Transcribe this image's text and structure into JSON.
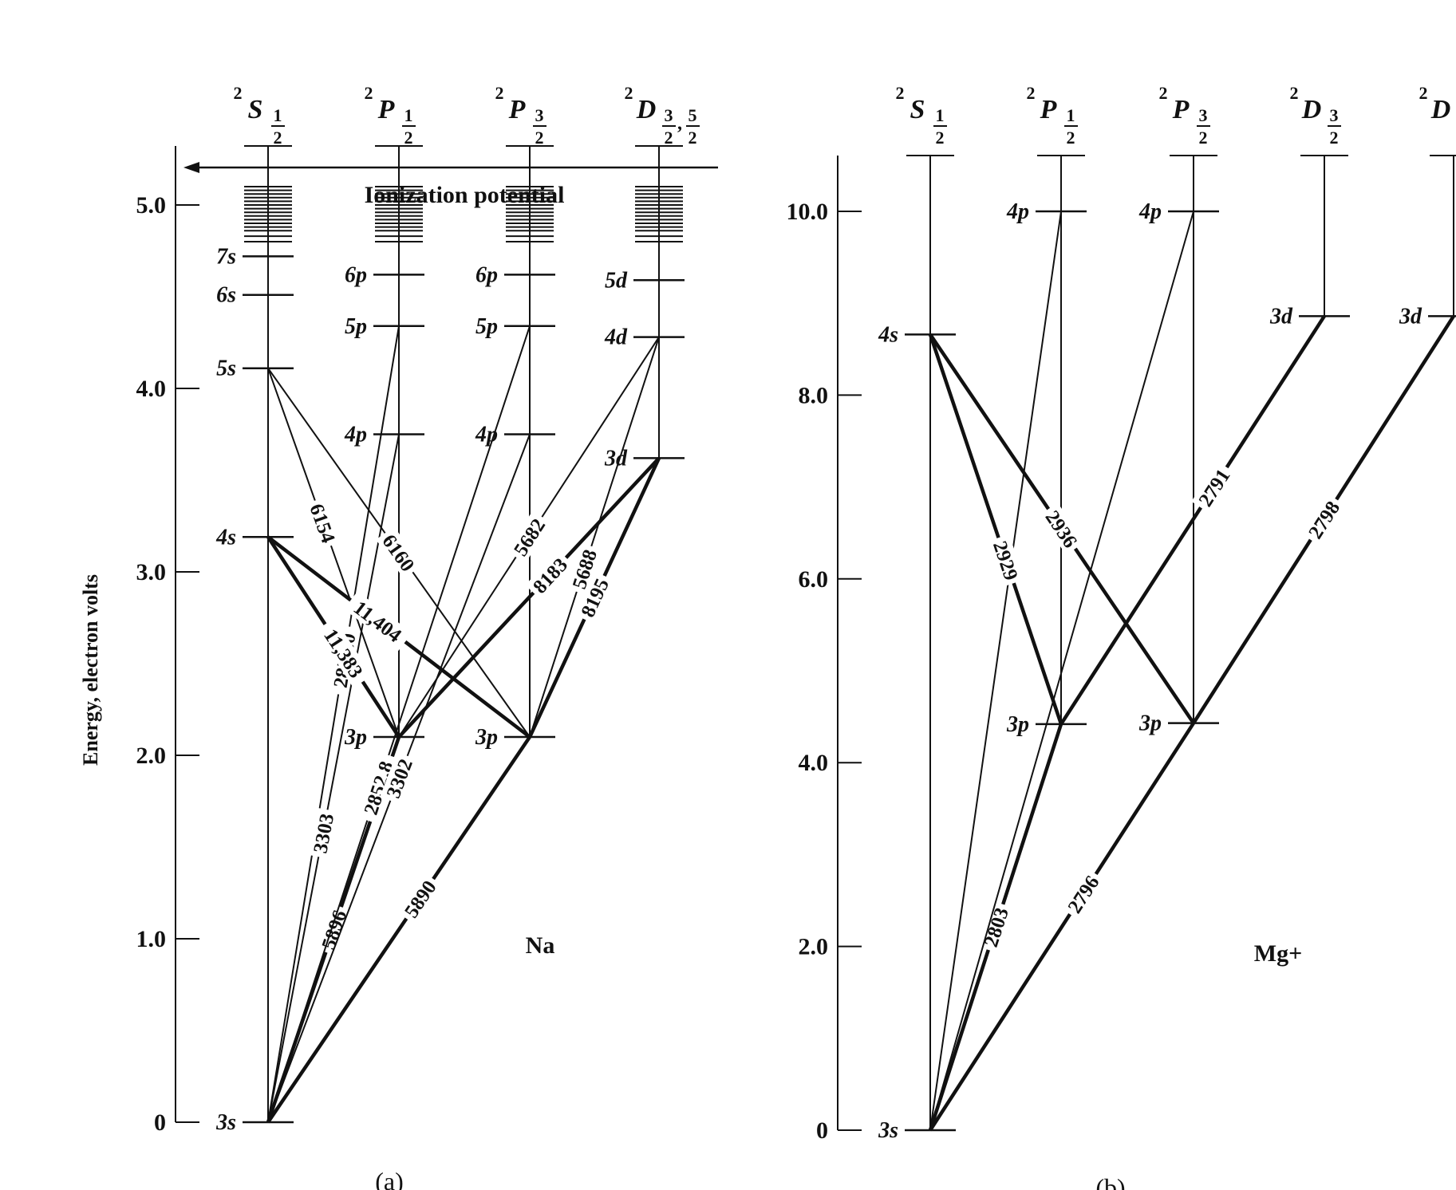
{
  "panels": [
    {
      "id": "na",
      "y_axis_label": "Energy, electron volts",
      "ticks": [
        {
          "value": 0,
          "label": "0"
        },
        {
          "value": 1,
          "label": "1.0"
        },
        {
          "value": 2,
          "label": "2.0"
        },
        {
          "value": 3,
          "label": "3.0"
        },
        {
          "value": 4,
          "label": "4.0"
        },
        {
          "value": 5,
          "label": "5.0"
        }
      ],
      "columns": [
        {
          "term": "S",
          "sub_num": "1",
          "sub_den": "2",
          "sub_extra": ""
        },
        {
          "term": "P",
          "sub_num": "1",
          "sub_den": "2",
          "sub_extra": ""
        },
        {
          "term": "P",
          "sub_num": "3",
          "sub_den": "2",
          "sub_extra": ""
        },
        {
          "term": "D",
          "sub_num": "3",
          "sub_den": "2",
          "sub_extra": "5/2"
        }
      ],
      "ionization_label": "Ionization potential",
      "ionization_energy": 5.14,
      "levels": [
        {
          "label": "3s",
          "energy": 0.0,
          "column": 0
        },
        {
          "label": "4s",
          "energy": 3.19,
          "column": 0
        },
        {
          "label": "5s",
          "energy": 4.11,
          "column": 0
        },
        {
          "label": "6s",
          "energy": 4.51,
          "column": 0
        },
        {
          "label": "7s",
          "energy": 4.72,
          "column": 0
        },
        {
          "label": "3p",
          "energy": 2.1,
          "column": 1
        },
        {
          "label": "4p",
          "energy": 3.75,
          "column": 1
        },
        {
          "label": "5p",
          "energy": 4.34,
          "column": 1
        },
        {
          "label": "6p",
          "energy": 4.62,
          "column": 1
        },
        {
          "label": "3p",
          "energy": 2.1,
          "column": 2
        },
        {
          "label": "4p",
          "energy": 3.75,
          "column": 2
        },
        {
          "label": "5p",
          "energy": 4.34,
          "column": 2
        },
        {
          "label": "6p",
          "energy": 4.62,
          "column": 2
        },
        {
          "label": "3d",
          "energy": 3.62,
          "column": 3
        },
        {
          "label": "4d",
          "energy": 4.28,
          "column": 3
        },
        {
          "label": "5d",
          "energy": 4.59,
          "column": 3
        }
      ],
      "transitions": [
        {
          "label": "5890",
          "from": {
            "column": 2,
            "energy": 2.1
          },
          "to": {
            "column": 0,
            "energy": 0
          },
          "bold": true
        },
        {
          "label": "5896",
          "from": {
            "column": 1,
            "energy": 2.1
          },
          "to": {
            "column": 0,
            "energy": 0
          },
          "bold": true
        },
        {
          "label": "2852.8",
          "from": {
            "column": 2,
            "energy": 4.34
          },
          "to": {
            "column": 0,
            "energy": 0
          },
          "bold": false
        },
        {
          "label": "2853.0",
          "from": {
            "column": 1,
            "energy": 4.34
          },
          "to": {
            "column": 0,
            "energy": 0
          },
          "bold": false
        },
        {
          "label": "3302",
          "from": {
            "column": 2,
            "energy": 3.75
          },
          "to": {
            "column": 0,
            "energy": 0
          },
          "bold": false
        },
        {
          "label": "3303",
          "from": {
            "column": 1,
            "energy": 3.75
          },
          "to": {
            "column": 0,
            "energy": 0
          },
          "bold": false
        },
        {
          "label": "6154",
          "from": {
            "column": 0,
            "energy": 4.11
          },
          "to": {
            "column": 1,
            "energy": 2.1
          },
          "bold": false
        },
        {
          "label": "6160",
          "from": {
            "column": 0,
            "energy": 4.11
          },
          "to": {
            "column": 2,
            "energy": 2.1
          },
          "bold": false
        },
        {
          "label": "11,383",
          "from": {
            "column": 0,
            "energy": 3.19
          },
          "to": {
            "column": 1,
            "energy": 2.1
          },
          "bold": true
        },
        {
          "label": "11,404",
          "from": {
            "column": 0,
            "energy": 3.19
          },
          "to": {
            "column": 2,
            "energy": 2.1
          },
          "bold": true
        },
        {
          "label": "5682",
          "from": {
            "column": 3,
            "energy": 4.28
          },
          "to": {
            "column": 1,
            "energy": 2.1
          },
          "bold": false
        },
        {
          "label": "5688",
          "from": {
            "column": 3,
            "energy": 4.28
          },
          "to": {
            "column": 2,
            "energy": 2.1
          },
          "bold": false
        },
        {
          "label": "8183",
          "from": {
            "column": 3,
            "energy": 3.62
          },
          "to": {
            "column": 1,
            "energy": 2.1
          },
          "bold": true
        },
        {
          "label": "8195",
          "from": {
            "column": 3,
            "energy": 3.62
          },
          "to": {
            "column": 2,
            "energy": 2.1
          },
          "bold": true
        }
      ],
      "species": "Na",
      "caption": "(a)"
    },
    {
      "id": "mg",
      "y_axis_label": "",
      "ticks": [
        {
          "value": 0,
          "label": "0"
        },
        {
          "value": 2,
          "label": "2.0"
        },
        {
          "value": 4,
          "label": "4.0"
        },
        {
          "value": 6,
          "label": "6.0"
        },
        {
          "value": 8,
          "label": "8.0"
        },
        {
          "value": 10,
          "label": "10.0"
        }
      ],
      "columns": [
        {
          "term": "S",
          "sub_num": "1",
          "sub_den": "2",
          "sub_extra": ""
        },
        {
          "term": "P",
          "sub_num": "1",
          "sub_den": "2",
          "sub_extra": ""
        },
        {
          "term": "P",
          "sub_num": "3",
          "sub_den": "2",
          "sub_extra": ""
        },
        {
          "term": "D",
          "sub_num": "3",
          "sub_den": "2",
          "sub_extra": ""
        },
        {
          "term": "D",
          "sub_num": "",
          "sub_den": "",
          "sub_extra": ""
        }
      ],
      "levels": [
        {
          "label": "3s",
          "energy": 0.0,
          "column": 0
        },
        {
          "label": "4s",
          "energy": 8.66,
          "column": 0
        },
        {
          "label": "3p",
          "energy": 4.42,
          "column": 1
        },
        {
          "label": "4p",
          "energy": 10.0,
          "column": 1
        },
        {
          "label": "3p",
          "energy": 4.43,
          "column": 2
        },
        {
          "label": "4p",
          "energy": 10.0,
          "column": 2
        },
        {
          "label": "3d",
          "energy": 8.86,
          "column": 3
        },
        {
          "label": "3d",
          "energy": 8.86,
          "column": 4
        }
      ],
      "transitions": [
        {
          "label": "2796",
          "from": {
            "column": 2,
            "energy": 4.43
          },
          "to": {
            "column": 0,
            "energy": 0
          },
          "bold": true
        },
        {
          "label": "2803",
          "from": {
            "column": 1,
            "energy": 4.42
          },
          "to": {
            "column": 0,
            "energy": 0
          },
          "bold": true
        },
        {
          "label": "",
          "from": {
            "column": 1,
            "energy": 10.0
          },
          "to": {
            "column": 0,
            "energy": 0
          },
          "bold": false
        },
        {
          "label": "",
          "from": {
            "column": 2,
            "energy": 10.0
          },
          "to": {
            "column": 0,
            "energy": 0
          },
          "bold": false
        },
        {
          "label": "2936",
          "from": {
            "column": 0,
            "energy": 8.66
          },
          "to": {
            "column": 2,
            "energy": 4.43
          },
          "bold": true
        },
        {
          "label": "2929",
          "from": {
            "column": 0,
            "energy": 8.66
          },
          "to": {
            "column": 1,
            "energy": 4.42
          },
          "bold": true
        },
        {
          "label": "2791",
          "from": {
            "column": 3,
            "energy": 8.86
          },
          "to": {
            "column": 1,
            "energy": 4.42
          },
          "bold": true
        },
        {
          "label": "2798",
          "from": {
            "column": 4,
            "energy": 8.86
          },
          "to": {
            "column": 2,
            "energy": 4.43
          },
          "bold": true
        }
      ],
      "species": "Mg+",
      "caption": "(b)"
    }
  ]
}
